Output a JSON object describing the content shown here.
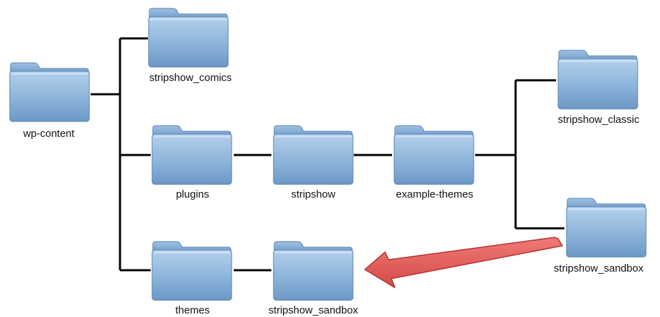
{
  "diagram": {
    "colors": {
      "folder_light": "#aac8e6",
      "folder_mid": "#7fa9d1",
      "folder_dark": "#5f8dbd",
      "connector": "#000000",
      "arrow_fill": "#e05a57",
      "arrow_stroke": "#b23330"
    },
    "folders": {
      "wp_content": {
        "label": "wp-content",
        "icon": "folder-icon"
      },
      "stripshow_comics": {
        "label": "stripshow_comics",
        "icon": "folder-icon"
      },
      "plugins": {
        "label": "plugins",
        "icon": "folder-icon"
      },
      "stripshow": {
        "label": "stripshow",
        "icon": "folder-icon"
      },
      "example_themes": {
        "label": "example-themes",
        "icon": "folder-icon"
      },
      "stripshow_classic": {
        "label": "stripshow_classic",
        "icon": "folder-icon"
      },
      "stripshow_sandbox_source": {
        "label": "stripshow_sandbox",
        "icon": "folder-icon"
      },
      "themes": {
        "label": "themes",
        "icon": "folder-icon"
      },
      "stripshow_sandbox_target": {
        "label": "stripshow_sandbox",
        "icon": "folder-icon"
      }
    },
    "move_arrow": {
      "icon": "arrow-left-icon"
    }
  }
}
